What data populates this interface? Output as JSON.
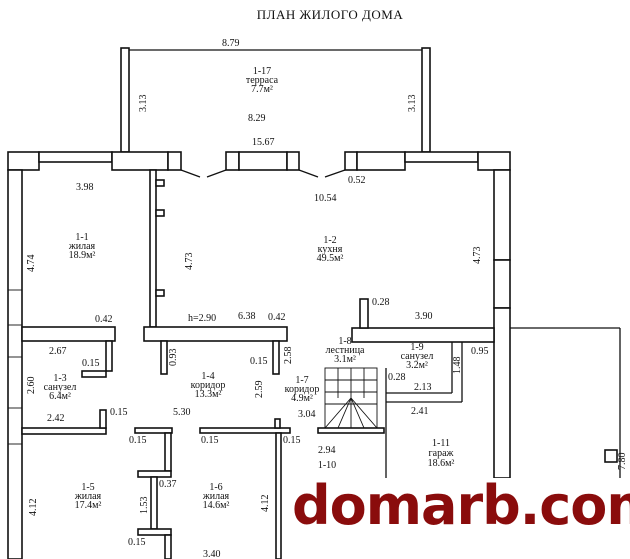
{
  "title": "ПЛАН ЖИЛОГО ДОМА",
  "rooms": [
    {
      "id": "1-17",
      "name": "терраса",
      "area": "7.7м²"
    },
    {
      "id": "1-1",
      "name": "жилая",
      "area": "18.9м²"
    },
    {
      "id": "1-2",
      "name": "кухня",
      "area": "49.5м²"
    },
    {
      "id": "1-3",
      "name": "санузел",
      "area": "6.4м²"
    },
    {
      "id": "1-4",
      "name": "коридор",
      "area": "13.3м²"
    },
    {
      "id": "1-7",
      "name": "коридор",
      "area": "4.9м²"
    },
    {
      "id": "1-8",
      "name": "лестница",
      "area": "3.1м²"
    },
    {
      "id": "1-9",
      "name": "санузел",
      "area": "3.2м²"
    },
    {
      "id": "1-10"
    },
    {
      "id": "1-11",
      "name": "гараж",
      "area": "18.6м²"
    },
    {
      "id": "1-5",
      "name": "жилая",
      "area": "17.4м²"
    },
    {
      "id": "1-6",
      "name": "жилая",
      "area": "14.6м²"
    }
  ],
  "dimensions": [
    "8.79",
    "3.13",
    "3.13",
    "8.29",
    "15.67",
    "3.98",
    "10.54",
    "0.52",
    "4.74",
    "4.73",
    "4.73",
    "0.42",
    "h=2.90",
    "6.38",
    "0.42",
    "0.28",
    "3.90",
    "2.67",
    "0.15",
    "2.60",
    "0.93",
    "0.15",
    "2.58",
    "2.59",
    "1.48",
    "0.95",
    "0.28",
    "2.13",
    "2.41",
    "3.04",
    "2.42",
    "0.15",
    "5.30",
    "0.15",
    "0.15",
    "0.15",
    "2.94",
    "7.80",
    "4.12",
    "0.37",
    "1.53",
    "0.15",
    "4.12",
    "3.40"
  ],
  "watermark": "domarb.com",
  "colors": {
    "watermark": "#8a0c0c",
    "lines": "#111111"
  }
}
